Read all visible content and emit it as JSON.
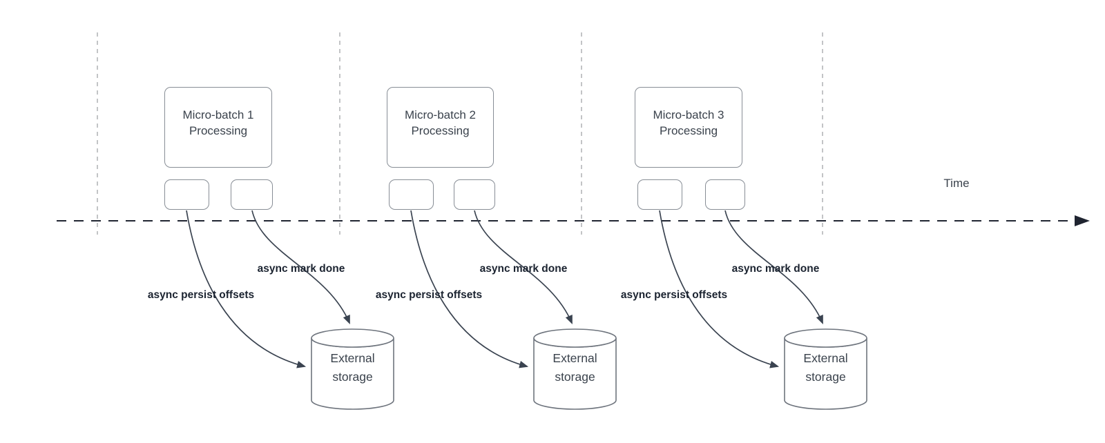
{
  "diagram": {
    "time_axis_label": "Time",
    "batches": [
      {
        "title_line1": "Micro-batch 1",
        "title_line2": "Processing",
        "persist_label": "async persist offsets",
        "mark_done_label": "async mark done",
        "storage_line1": "External",
        "storage_line2": "storage"
      },
      {
        "title_line1": "Micro-batch 2",
        "title_line2": "Processing",
        "persist_label": "async persist offsets",
        "mark_done_label": "async mark done",
        "storage_line1": "External",
        "storage_line2": "storage"
      },
      {
        "title_line1": "Micro-batch 3",
        "title_line2": "Processing",
        "persist_label": "async persist offsets",
        "mark_done_label": "async mark done",
        "storage_line1": "External",
        "storage_line2": "storage"
      }
    ],
    "colors": {
      "arrow_line": "#3a4350",
      "label_text": "#1b2330",
      "shape_border": "#878d95",
      "shape_text": "#3a424c",
      "timeline_line": "#1f2430",
      "interval_guide_line": "#b4b6b8"
    }
  }
}
